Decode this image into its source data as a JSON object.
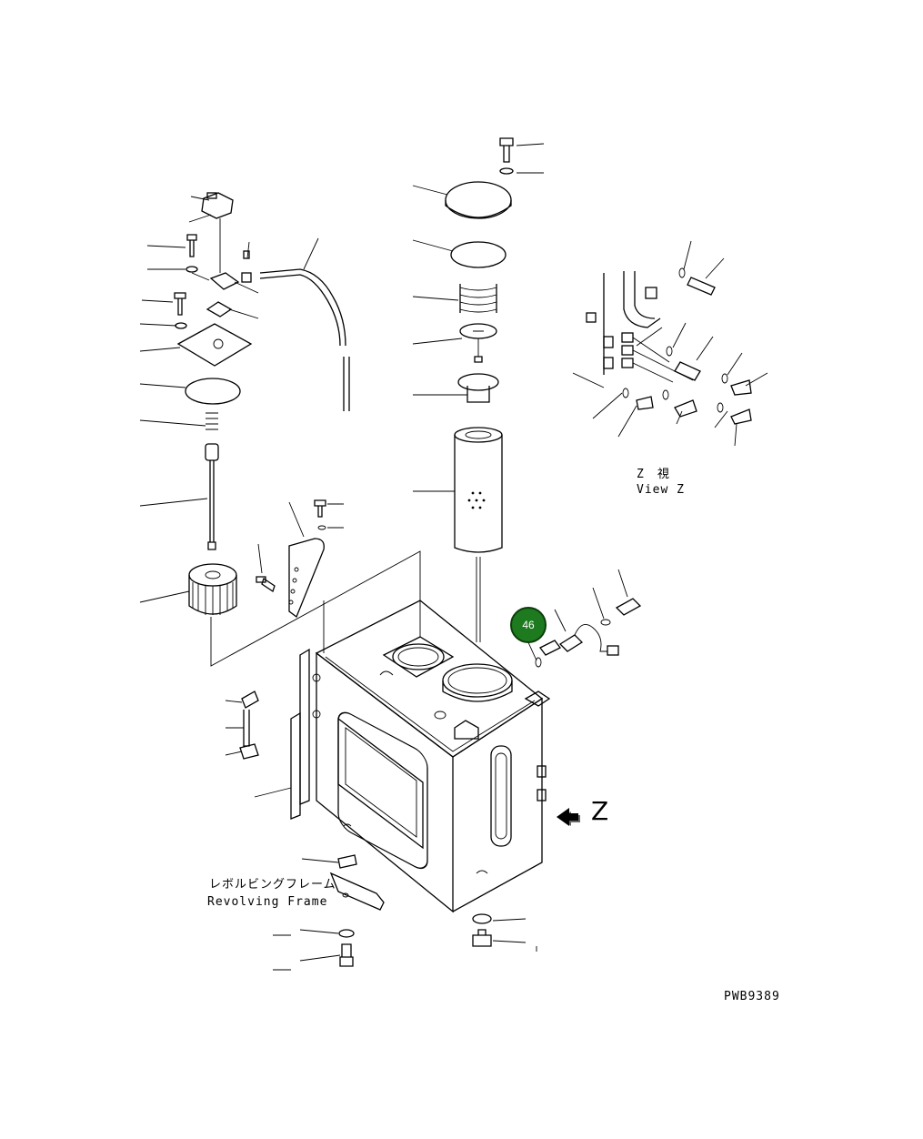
{
  "drawing": {
    "view_label_jp": "Z　視",
    "view_label_en": "View Z",
    "arrow_letter": "Z",
    "frame_label_jp": "レボルビングフレーム",
    "frame_label_en": "Revolving Frame",
    "drawing_number": "PWB9389"
  },
  "callout": {
    "number": "46",
    "color": "#1e7a1e"
  }
}
